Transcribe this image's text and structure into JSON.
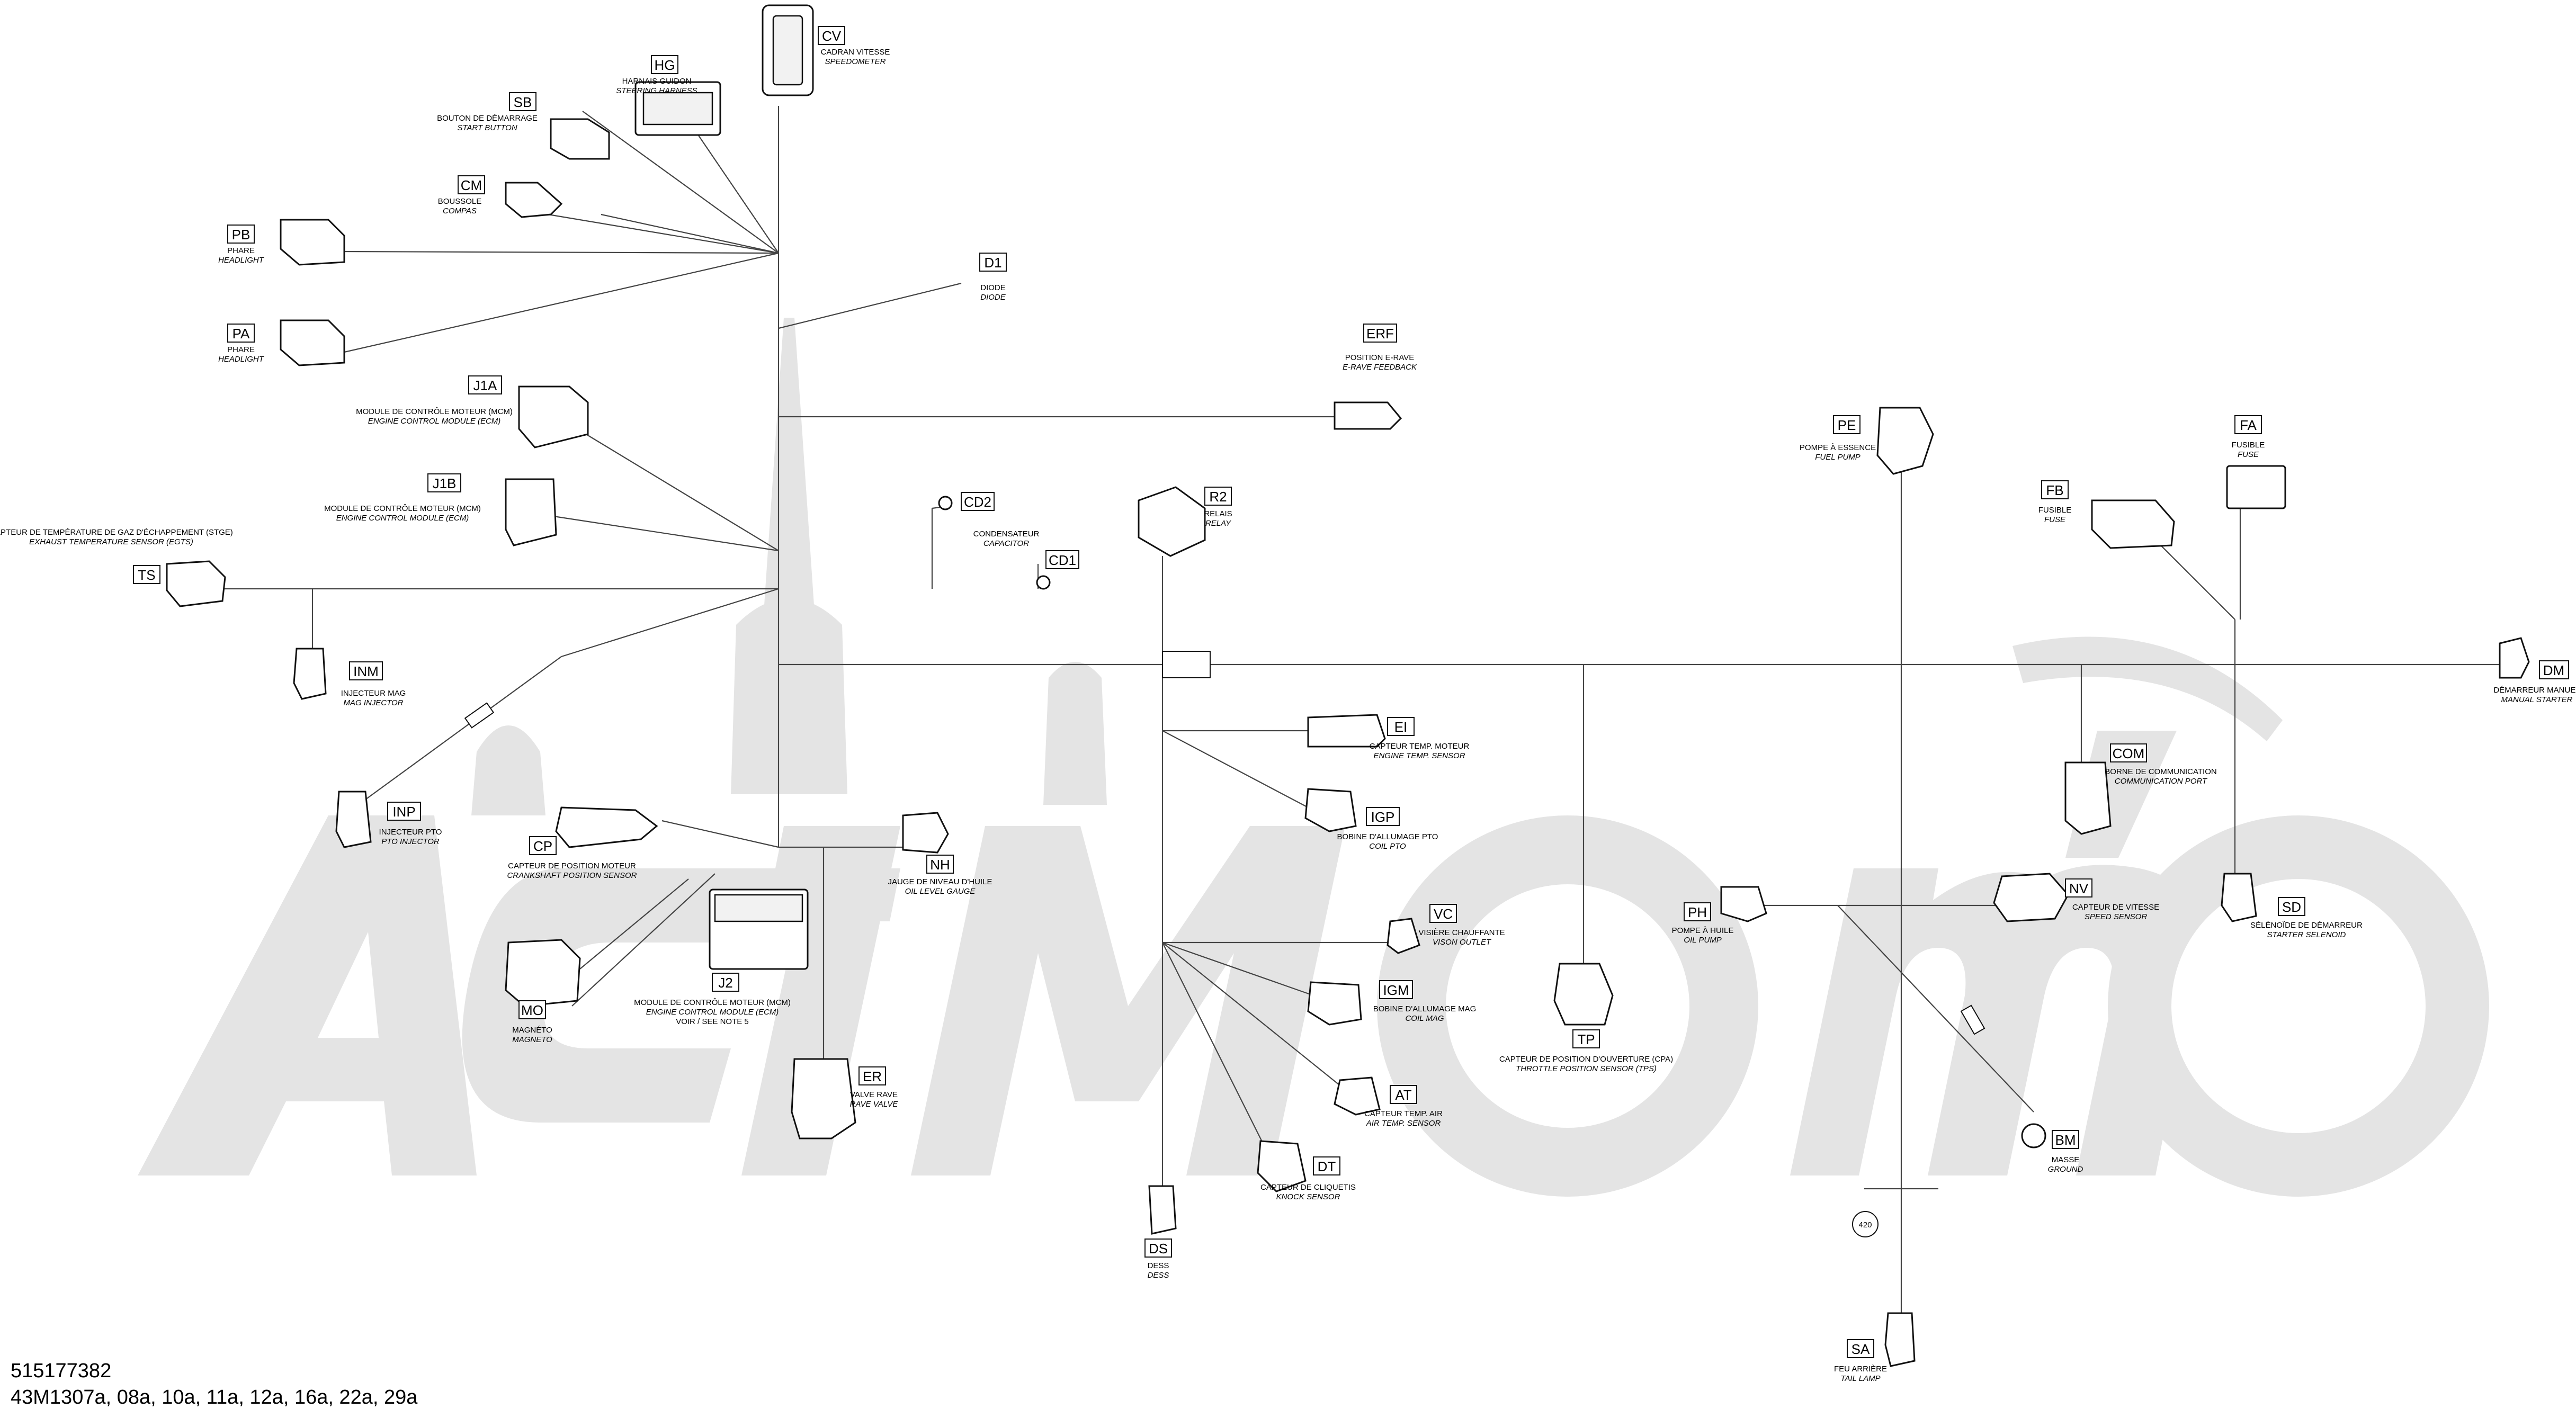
{
  "footer": {
    "part_number": "515177382",
    "models": "43M1307a, 08a, 10a, 11a, 12a, 16a, 22a, 29a"
  },
  "components": [
    {
      "id": "CV",
      "code": "CV",
      "fr": "CADRAN VITESSE",
      "en": "SPEEDOMETER"
    },
    {
      "id": "HG",
      "code": "HG",
      "fr": "HARNAIS GUIDON",
      "en": "STEERING HARNESS"
    },
    {
      "id": "SB",
      "code": "SB",
      "fr": "BOUTON DE DÉMARRAGE",
      "en": "START BUTTON"
    },
    {
      "id": "CM",
      "code": "CM",
      "fr": "BOUSSOLE",
      "en": "COMPAS"
    },
    {
      "id": "PB",
      "code": "PB",
      "fr": "PHARE",
      "en": "HEADLIGHT"
    },
    {
      "id": "PA",
      "code": "PA",
      "fr": "PHARE",
      "en": "HEADLIGHT"
    },
    {
      "id": "D1",
      "code": "D1",
      "fr": "DIODE",
      "en": "DIODE"
    },
    {
      "id": "ERF",
      "code": "ERF",
      "fr": "POSITION E-RAVE",
      "en": "E-RAVE FEEDBACK"
    },
    {
      "id": "J1A",
      "code": "J1A",
      "fr": "MODULE DE CONTRÔLE MOTEUR (MCM)",
      "en": "ENGINE CONTROL MODULE (ECM)"
    },
    {
      "id": "J1B",
      "code": "J1B",
      "fr": "MODULE DE CONTRÔLE MOTEUR (MCM)",
      "en": "ENGINE CONTROL MODULE (ECM)"
    },
    {
      "id": "TS",
      "code": "TS",
      "fr": "CAPTEUR DE TEMPÉRATURE DE GAZ D'ÉCHAPPEMENT (STGE)",
      "en": "EXHAUST TEMPERATURE SENSOR (EGTS)"
    },
    {
      "id": "INM",
      "code": "INM",
      "fr": "INJECTEUR MAG",
      "en": "MAG INJECTOR"
    },
    {
      "id": "CD2",
      "code": "CD2",
      "fr": "CONDENSATEUR",
      "en": "CAPACITOR"
    },
    {
      "id": "CD1",
      "code": "CD1",
      "fr": "",
      "en": ""
    },
    {
      "id": "R2",
      "code": "R2",
      "fr": "RELAIS",
      "en": "RELAY"
    },
    {
      "id": "PE",
      "code": "PE",
      "fr": "POMPE À ESSENCE",
      "en": "FUEL PUMP"
    },
    {
      "id": "FA",
      "code": "FA",
      "fr": "FUSIBLE",
      "en": "FUSE"
    },
    {
      "id": "FB",
      "code": "FB",
      "fr": "FUSIBLE",
      "en": "FUSE"
    },
    {
      "id": "DM",
      "code": "DM",
      "fr": "DÉMARREUR MANUEL",
      "en": "MANUAL STARTER"
    },
    {
      "id": "EI",
      "code": "EI",
      "fr": "CAPTEUR TEMP. MOTEUR",
      "en": "ENGINE TEMP. SENSOR"
    },
    {
      "id": "IGP",
      "code": "IGP",
      "fr": "BOBINE D'ALLUMAGE PTO",
      "en": "COIL PTO"
    },
    {
      "id": "COM",
      "code": "COM",
      "fr": "BORNE DE COMMUNICATION",
      "en": "COMMUNICATION PORT"
    },
    {
      "id": "INP",
      "code": "INP",
      "fr": "INJECTEUR PTO",
      "en": "PTO INJECTOR"
    },
    {
      "id": "CP",
      "code": "CP",
      "fr": "CAPTEUR DE POSITION MOTEUR",
      "en": "CRANKSHAFT POSITION SENSOR"
    },
    {
      "id": "NH",
      "code": "NH",
      "fr": "JAUGE DE NIVEAU D'HUILE",
      "en": "OIL LEVEL GAUGE"
    },
    {
      "id": "VC",
      "code": "VC",
      "fr": "VISIÈRE CHAUFFANTE",
      "en": "VISON OUTLET"
    },
    {
      "id": "PH",
      "code": "PH",
      "fr": "POMPE À HUILE",
      "en": "OIL PUMP"
    },
    {
      "id": "NV",
      "code": "NV",
      "fr": "CAPTEUR DE VITESSE",
      "en": "SPEED SENSOR"
    },
    {
      "id": "SD",
      "code": "SD",
      "fr": "SÉLÉNOÏDE DE DÉMARREUR",
      "en": "STARTER SELENOID"
    },
    {
      "id": "MO",
      "code": "MO",
      "fr": "MAGNÉTO",
      "en": "MAGNETO"
    },
    {
      "id": "J2",
      "code": "J2",
      "fr": "MODULE DE CONTRÔLE MOTEUR (MCM)",
      "en": "ENGINE CONTROL MODULE (ECM)",
      "note": "VOIR / SEE NOTE 5"
    },
    {
      "id": "IGM",
      "code": "IGM",
      "fr": "BOBINE D'ALLUMAGE MAG",
      "en": "COIL MAG"
    },
    {
      "id": "TP",
      "code": "TP",
      "fr": "CAPTEUR DE POSITION D'OUVERTURE (CPA)",
      "en": "THROTTLE POSITION SENSOR (TPS)"
    },
    {
      "id": "AT",
      "code": "AT",
      "fr": "CAPTEUR TEMP. AIR",
      "en": "AIR TEMP. SENSOR"
    },
    {
      "id": "ER",
      "code": "ER",
      "fr": "VALVE RAVE",
      "en": "RAVE VALVE"
    },
    {
      "id": "DT",
      "code": "DT",
      "fr": "CAPTEUR DE CLIQUETIS",
      "en": "KNOCK SENSOR"
    },
    {
      "id": "BM",
      "code": "BM",
      "fr": "MASSE",
      "en": "GROUND"
    },
    {
      "id": "DS",
      "code": "DS",
      "fr": "DESS",
      "en": "DESS"
    },
    {
      "id": "SA",
      "code": "SA",
      "fr": "FEU ARRIÈRE",
      "en": "TAIL LAMP"
    }
  ],
  "callout": "420",
  "watermark": "ActiMoto"
}
